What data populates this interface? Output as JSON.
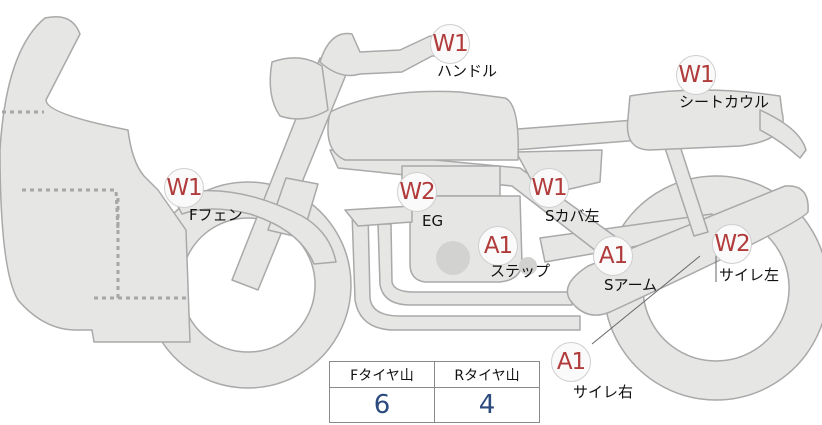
{
  "colors": {
    "part_fill": "#e6e6e5",
    "part_stroke": "#a9a9a9",
    "grade_text": "#b13b3b",
    "number_text": "#2c4a7d"
  },
  "parts": [
    {
      "grade": "W1",
      "label": "ハンドル"
    },
    {
      "grade": "W1",
      "label": "シートカウル"
    },
    {
      "grade": "W1",
      "label": "Fフェン"
    },
    {
      "grade": "W2",
      "label": "EG"
    },
    {
      "grade": "W1",
      "label": "Sカバ左"
    },
    {
      "grade": "A1",
      "label": "ステップ"
    },
    {
      "grade": "A1",
      "label": "Sアーム"
    },
    {
      "grade": "W2",
      "label": "サイレ左"
    },
    {
      "grade": "A1",
      "label": "サイレ右"
    }
  ],
  "tire_tread": {
    "headers": [
      "Fタイヤ山",
      "Rタイヤ山"
    ],
    "values": [
      "6",
      "4"
    ]
  }
}
